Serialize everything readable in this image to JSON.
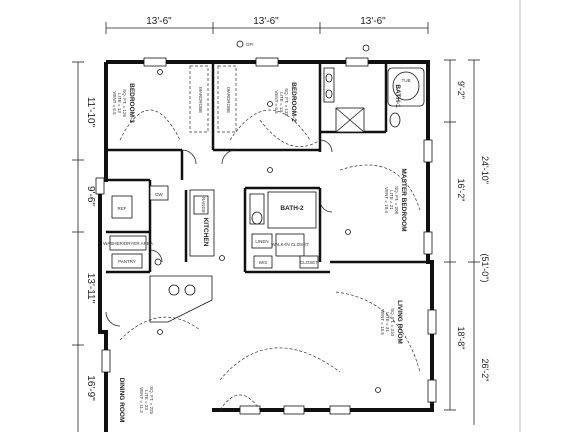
{
  "dimensions": {
    "top": [
      "13'-6\"",
      "13'-6\"",
      "13'-6\""
    ],
    "left": [
      "11'-10\"",
      "9'-6\"",
      "13'-11\"",
      "16'-9\""
    ],
    "right_inner": [
      "9'-2\"",
      "16'-2\"",
      "18'-8\""
    ],
    "right_outer": [
      "24'-10\"",
      "(51'-0\")",
      "26'-2\""
    ]
  },
  "rooms": {
    "bedroom3": {
      "name": "BEDROOM-3",
      "details": [
        "SQ. FT. = 126",
        "LITE = 13",
        "VENT = 6.5"
      ]
    },
    "bedroom2": {
      "name": "BEDROOM-2",
      "details": [
        "SQ. FT. = 136",
        "LITE = 13",
        "VENT = 6.5"
      ]
    },
    "master": {
      "name": "MASTER BEDROOM",
      "details": [
        "SQ. FT. = 208",
        "LITE = 21",
        "VENT = 10.4"
      ]
    },
    "bath1": {
      "name": "BATH-1"
    },
    "bath2": {
      "name": "BATH-2"
    },
    "living": {
      "name": "LIVING ROOM",
      "details": [
        "SQ. FT. = 310",
        "LITE = 31",
        "VENT = 15.5"
      ]
    },
    "kitchen": {
      "name": "KITCHEN"
    },
    "dining": {
      "name": "DINING ROOM",
      "details": [
        "SQ. FT. = 225",
        "LITE = 23",
        "VENT = 11.3"
      ]
    },
    "utility": {
      "name": "WASHER/DRYER AREA"
    },
    "pantry": {
      "name": "PANTRY"
    }
  },
  "labels": {
    "wardrobe": "WARDROBE",
    "linen": "LINEN",
    "walk_in_closet": "WALK-IN CLOSET",
    "closet": "CLOSET",
    "ws": "W/S",
    "tub": "TUB",
    "gfi": "GFI",
    "dw": "DW",
    "ref": "REF",
    "range": "RANGE"
  }
}
